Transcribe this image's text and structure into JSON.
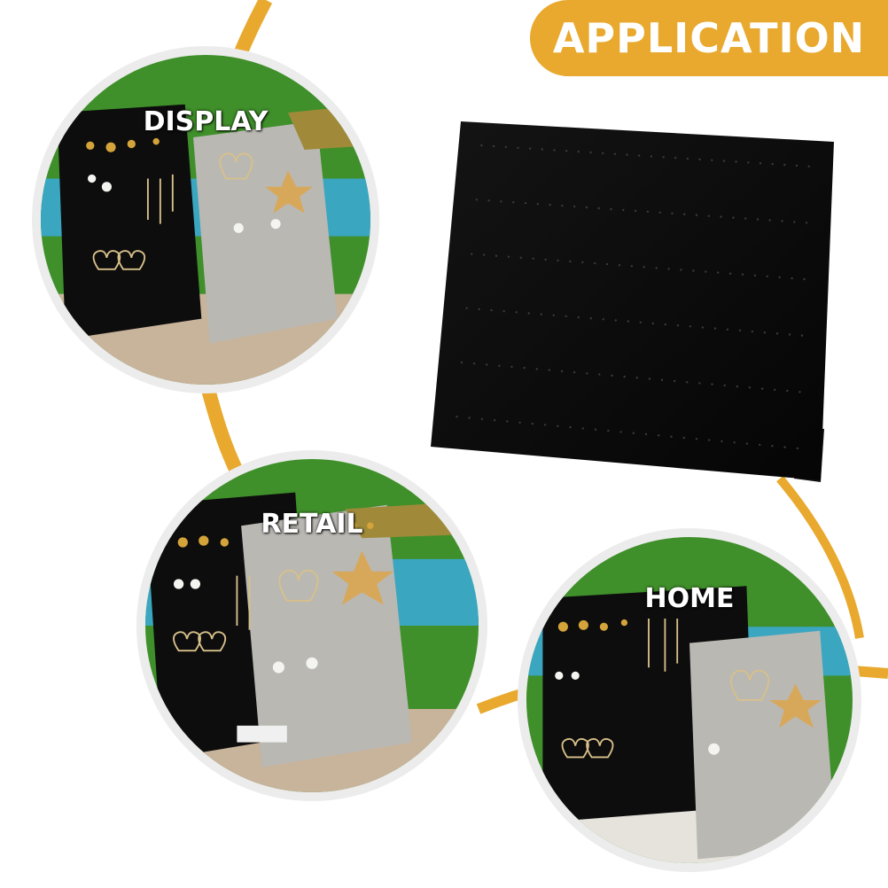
{
  "header": {
    "title": "APPLICATION"
  },
  "scenes": [
    {
      "id": "display",
      "label": "DISPLAY"
    },
    {
      "id": "retail",
      "label": "RETAIL"
    },
    {
      "id": "home",
      "label": "HOME"
    }
  ],
  "colors": {
    "accent": "#e8a92e",
    "velvet_black": "#0d0d0d",
    "velvet_gray": "#b9b8b3",
    "wall_green": "#3f8f2a",
    "tabletop": "#c8b39b"
  }
}
